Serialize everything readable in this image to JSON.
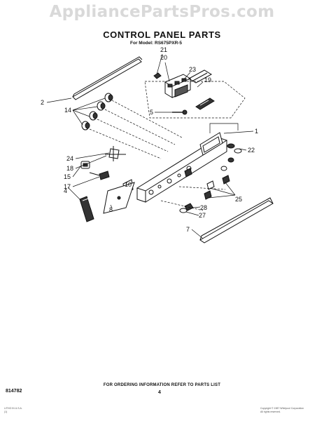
{
  "watermark": "AppliancePartsPros.com",
  "title": "CONTROL PANEL PARTS",
  "model": "For Model: RS675PXR-5",
  "footer": {
    "code": "814782",
    "order_info": "FOR ORDERING INFORMATION REFER TO PARTS LIST",
    "page": "4",
    "fine_left_1": "LITHO IN U.S.A.",
    "fine_left_2": "(1)",
    "fine_right_1": "Copyright © 1987 Whirlpool Corporation",
    "fine_right_2": "All rights reserved."
  },
  "part_labels": [
    {
      "id": "2",
      "text": "2"
    },
    {
      "id": "14",
      "text": "14"
    },
    {
      "id": "21",
      "text": "21"
    },
    {
      "id": "20",
      "text": "20"
    },
    {
      "id": "23",
      "text": "23"
    },
    {
      "id": "19",
      "text": "19"
    },
    {
      "id": "5",
      "text": "5"
    },
    {
      "id": "1",
      "text": "1"
    },
    {
      "id": "22",
      "text": "22"
    },
    {
      "id": "24",
      "text": "24"
    },
    {
      "id": "18",
      "text": "18"
    },
    {
      "id": "15",
      "text": "15"
    },
    {
      "id": "17",
      "text": "17"
    },
    {
      "id": "10",
      "text": "10"
    },
    {
      "id": "4",
      "text": "4"
    },
    {
      "id": "8",
      "text": "8"
    },
    {
      "id": "25",
      "text": "25"
    },
    {
      "id": "28",
      "text": "28"
    },
    {
      "id": "27",
      "text": "27"
    },
    {
      "id": "7",
      "text": "7"
    }
  ]
}
